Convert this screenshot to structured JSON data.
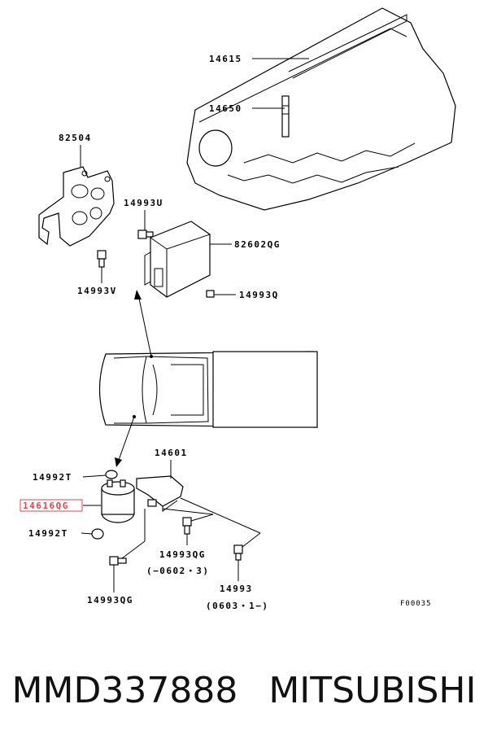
{
  "labels": {
    "l14615": "14615",
    "l14650": "14650",
    "l82504": "82504",
    "l14993U": "14993U",
    "l82602QG": "82602QG",
    "l14993V": "14993V",
    "l14993Q": "14993Q",
    "l14601": "14601",
    "l14992T_top": "14992T",
    "l14616QG": "14616QG",
    "l14992T_bot": "14992T",
    "l14993QG_a": "14993QG",
    "l0602_3": "(−0602・3)",
    "l14993QG_b": "14993QG",
    "l14993": "14993",
    "l0603_1": "(0603・1−)",
    "figure_code": "F00035"
  },
  "caption": {
    "part_number": "MMD337888",
    "brand": "MITSUBISHI"
  },
  "colors": {
    "highlight": "#e0474c"
  }
}
